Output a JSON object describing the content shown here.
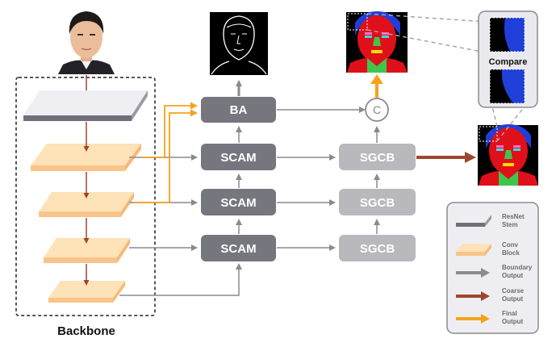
{
  "nodes": {
    "ba": "BA",
    "scam": "SCAM",
    "sgcb": "SGCB",
    "concat": "C",
    "compare": "Compare",
    "backbone": "Backbone"
  },
  "legend": [
    {
      "line1": "ResNet",
      "line2": "Stem"
    },
    {
      "line1": "Conv",
      "line2": "Block"
    },
    {
      "line1": "Boundary",
      "line2": "Output"
    },
    {
      "line1": "Coarse",
      "line2": "Output"
    },
    {
      "line1": "Final",
      "line2": "Output"
    }
  ],
  "colors": {
    "dark_box": "#76767f",
    "light_box": "#b8b8bd",
    "stem_slab": "#e6e6ec",
    "conv_slab": "#fdd9a8",
    "boundary_arrow": "#8a8a8f",
    "coarse_arrow": "#a0452d",
    "final_arrow": "#f5a21b",
    "seg_red": "#e0101a",
    "seg_blue": "#1f3fd8",
    "seg_green": "#3fc64a"
  },
  "icons": [
    "face-photo",
    "edge-map",
    "segmentation-map"
  ]
}
